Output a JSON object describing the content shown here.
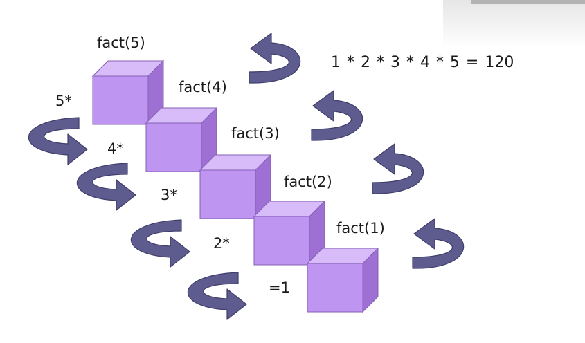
{
  "labels": {
    "fact5": "fact(5)",
    "fact4": "fact(4)",
    "fact3": "fact(3)",
    "fact2": "fact(2)",
    "fact1": "fact(1)",
    "mult5": "5*",
    "mult4": "4*",
    "mult3": "3*",
    "mult2": "2*",
    "base": "=1",
    "result": "1 * 2 * 3  * 4 * 5  = 120"
  },
  "colors": {
    "cube_front": "#bf95f2",
    "cube_top": "#d8bcfa",
    "cube_side": "#9e70d4",
    "cube_edge": "#8560b4",
    "arrow": "#5e5c8e",
    "arrow_edge": "#3f3d6a",
    "text": "#1a1a1a"
  },
  "icons": {
    "descending_arrow": "curved-arrow-down-icon",
    "returning_arrow": "curved-arrow-up-icon"
  }
}
